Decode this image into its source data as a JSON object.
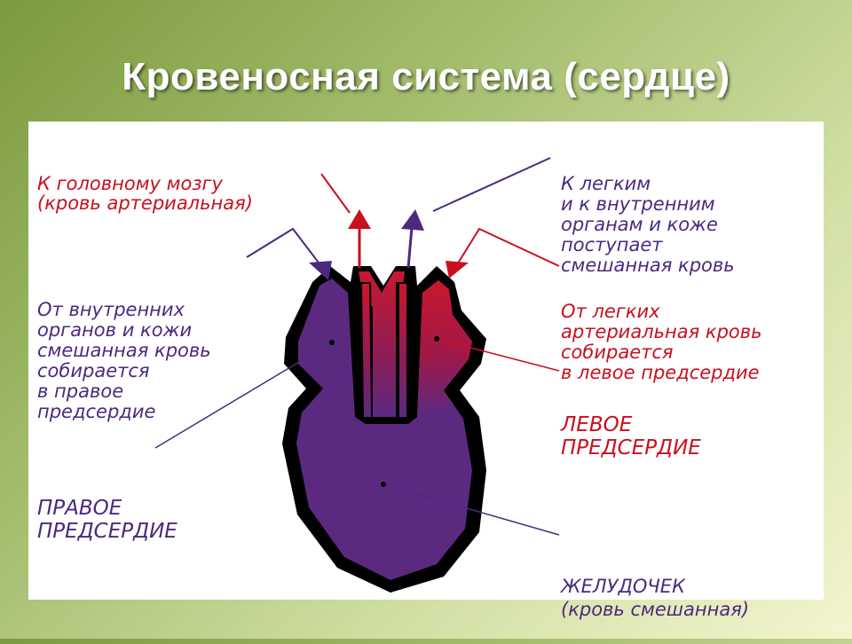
{
  "title": "Кровеносная система (сердце)",
  "labels": {
    "to_brain": [
      "К головному мозгу",
      "(кровь артериальная)"
    ],
    "from_organs": [
      "От внутренних",
      "органов и кожи",
      "смешанная кровь",
      "собирается",
      "в правое",
      "предсердие"
    ],
    "right_atrium": [
      "ПРАВОЕ",
      "ПРЕДСЕРДИЕ"
    ],
    "to_lungs": [
      "К легким",
      "и к внутренним",
      "органам и коже",
      "поступает",
      "смешанная кровь"
    ],
    "from_lungs": [
      "От легких",
      "артериальная кровь",
      "собирается",
      "в левое предсердие"
    ],
    "left_atrium": [
      "ЛЕВОЕ",
      "ПРЕДСЕРДИЕ"
    ],
    "ventricle": [
      "ЖЕЛУДОЧЕК",
      "(кровь смешанная)"
    ]
  },
  "colors": {
    "venous": "#4b2a7e",
    "arterial": "#c8101e",
    "outline": "#000000"
  }
}
